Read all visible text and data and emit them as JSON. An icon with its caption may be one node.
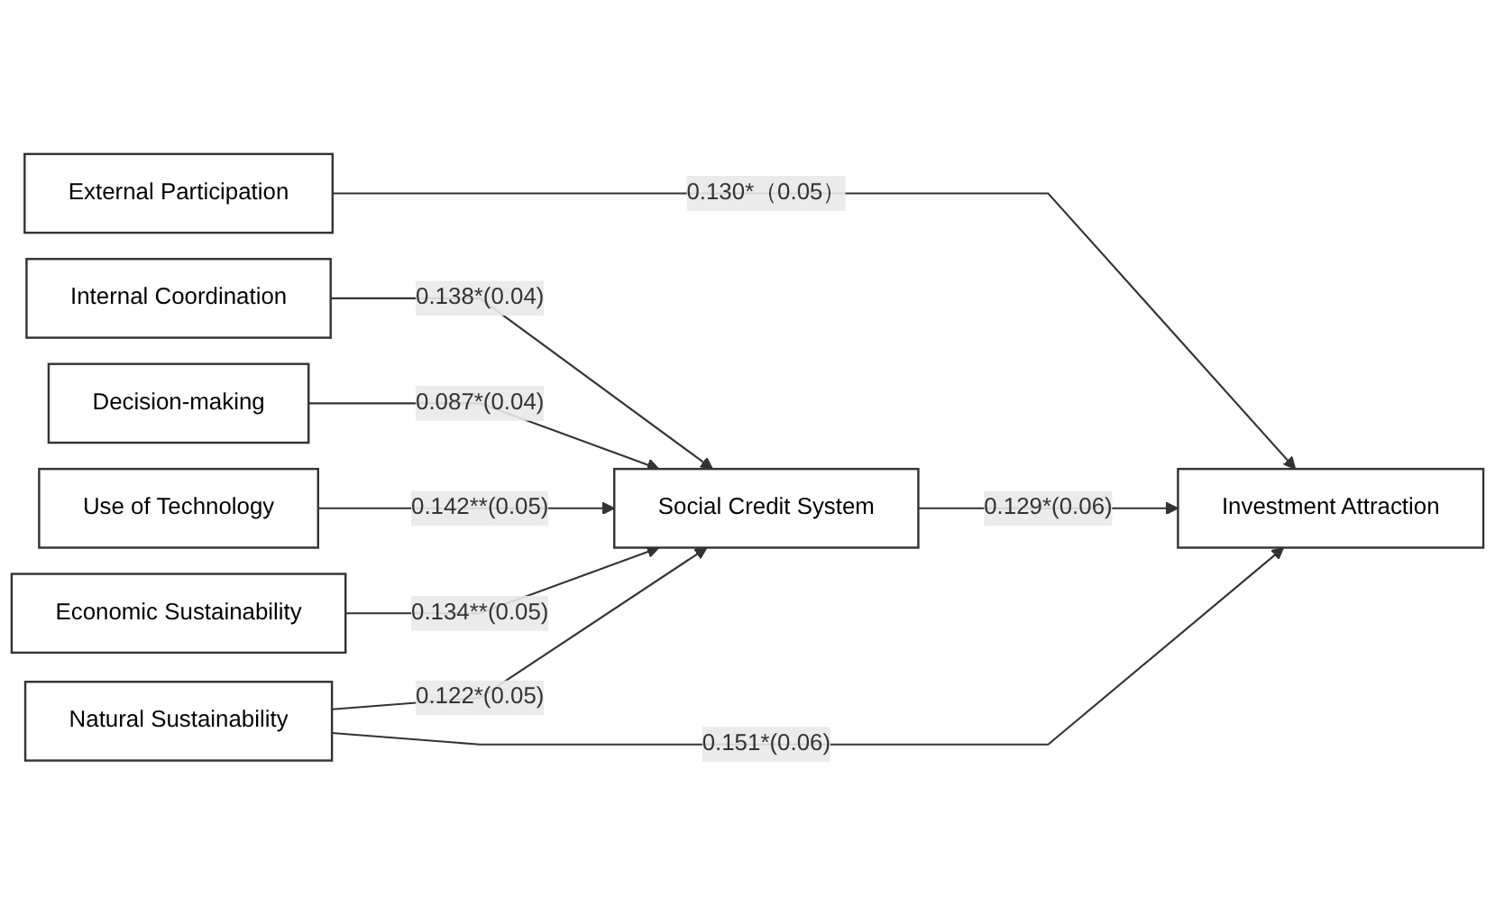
{
  "diagram": {
    "nodes": [
      {
        "text": [
          "External Participation"
        ]
      },
      {
        "text": [
          "Internal Coordination"
        ]
      },
      {
        "text": [
          "Decision-making"
        ]
      },
      {
        "text": [
          "Use of Technology"
        ]
      },
      {
        "text": [
          "Economic Sustainability"
        ]
      },
      {
        "text": [
          "Natural Sustainability"
        ]
      },
      {
        "text": [
          "Social Credit System"
        ]
      },
      {
        "text": [
          "Investment Attraction"
        ]
      }
    ],
    "edges": [
      {
        "from": 0,
        "to": 7,
        "arrow": "to",
        "label": "0.130*（0.05）"
      },
      {
        "from": 1,
        "to": 6,
        "arrow": "to",
        "label": "0.138*(0.04)"
      },
      {
        "from": 2,
        "to": 6,
        "arrow": "to",
        "label": "0.087*(0.04)"
      },
      {
        "from": 3,
        "to": 6,
        "arrow": "to",
        "label": "0.142**(0.05)"
      },
      {
        "from": 4,
        "to": 6,
        "arrow": "to",
        "label": "0.134**(0.05)"
      },
      {
        "from": 5,
        "to": 6,
        "arrow": "to",
        "label": "0.122*(0.05)"
      },
      {
        "from": 6,
        "to": 7,
        "arrow": "to",
        "label": "0.129*(0.06)"
      },
      {
        "from": 5,
        "to": 7,
        "arrow": "to",
        "label": "0.151*(0.06)"
      }
    ]
  }
}
